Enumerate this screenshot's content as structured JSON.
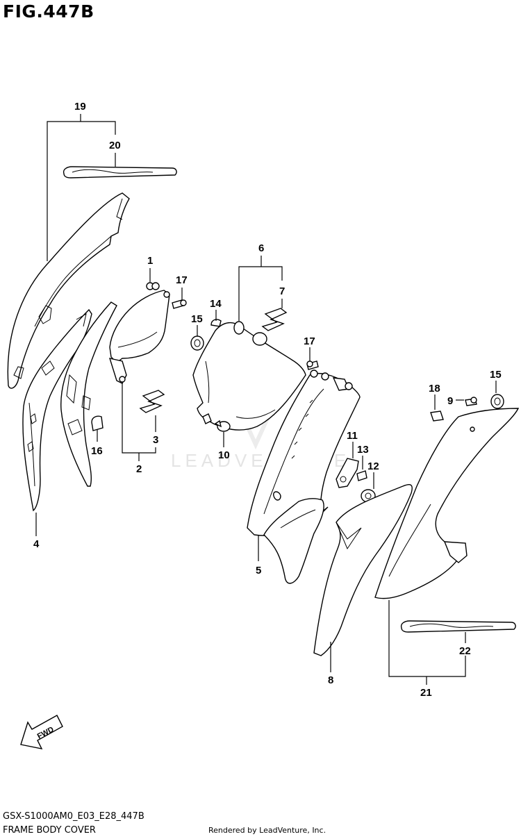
{
  "figure": {
    "title": "FIG.447B",
    "code": "GSX-S1000AM0_E03_E28_447B",
    "name": "FRAME BODY COVER",
    "rendered_by": "Rendered by LeadVenture, Inc.",
    "watermark": "LEADVENTURE",
    "direction_label": "FWD"
  },
  "callouts": {
    "c1": "1",
    "c2": "2",
    "c3": "3",
    "c4": "4",
    "c5": "5",
    "c6": "6",
    "c7": "7",
    "c8": "8",
    "c9": "9",
    "c10": "10",
    "c11": "11",
    "c12": "12",
    "c13": "13",
    "c14": "14",
    "c15a": "15",
    "c15b": "15",
    "c16": "16",
    "c17a": "17",
    "c17b": "17",
    "c18": "18",
    "c19": "19",
    "c20": "20",
    "c21": "21",
    "c22": "22"
  },
  "colors": {
    "ink": "#000000",
    "background": "#ffffff",
    "watermark": "#e4e4e4"
  }
}
